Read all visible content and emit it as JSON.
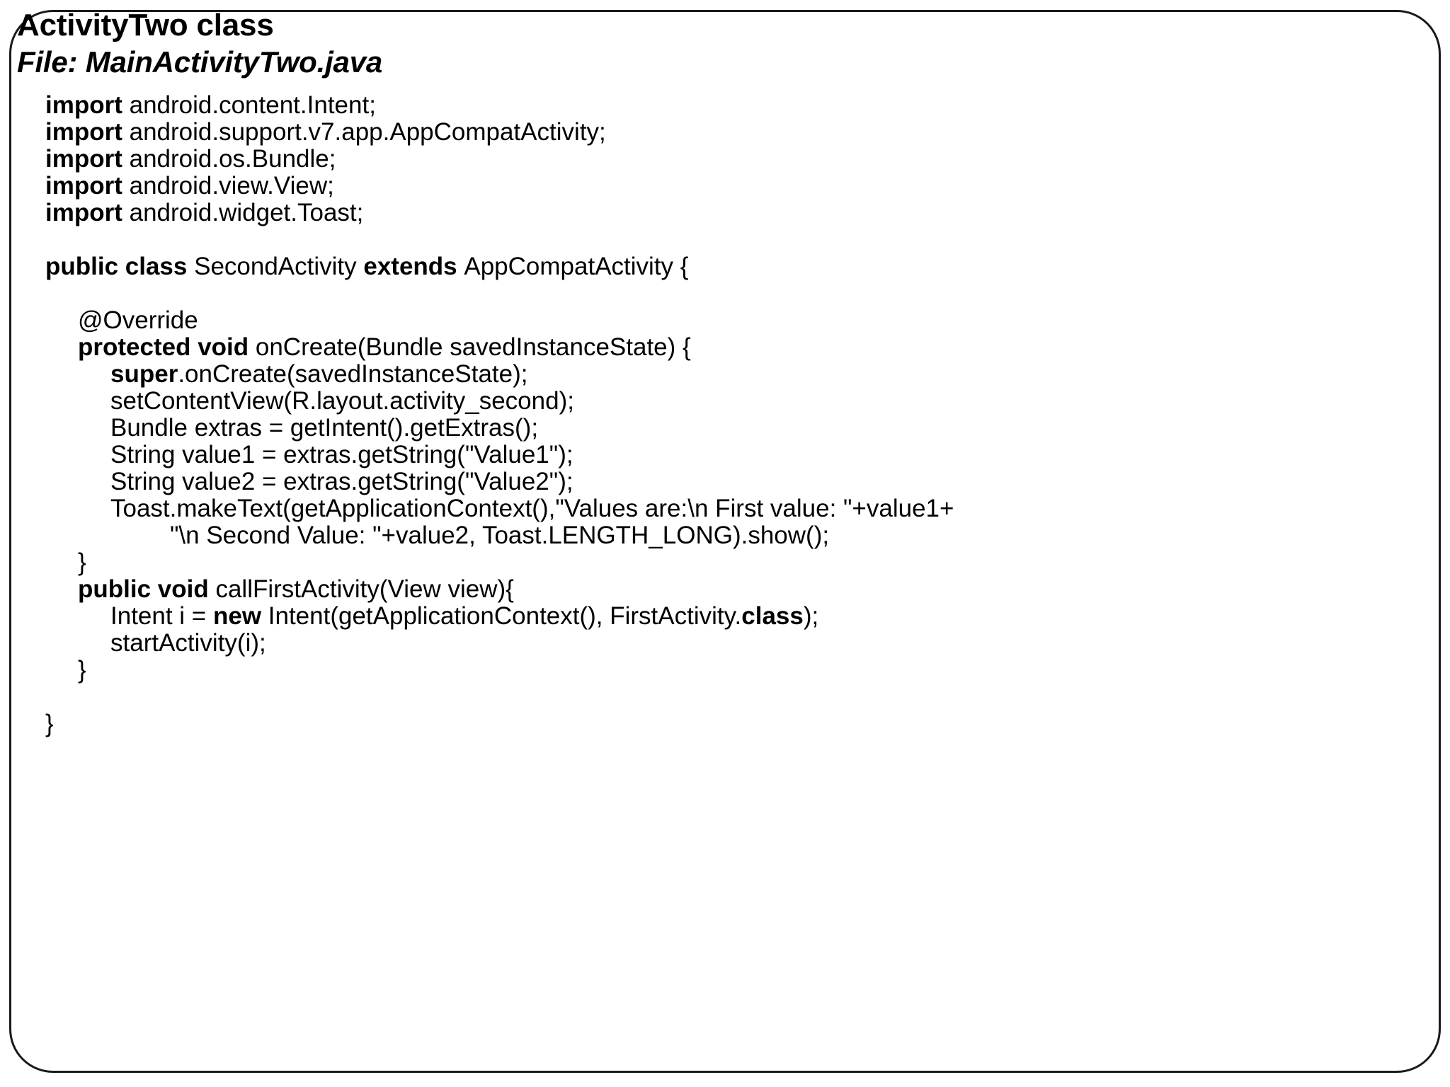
{
  "slide": {
    "title": "ActivityTwo class",
    "subtitle": "File: MainActivityTwo.java",
    "frame_color": "#1a1a1a",
    "background_color": "#ffffff",
    "text_color": "#000000"
  },
  "code": {
    "language": "java",
    "file_name": "MainActivityTwo.java",
    "lines": [
      {
        "indent": 0,
        "segments": [
          {
            "t": "import ",
            "b": true
          },
          {
            "t": "android.content.Intent;",
            "b": false
          }
        ]
      },
      {
        "indent": 0,
        "segments": [
          {
            "t": "import ",
            "b": true
          },
          {
            "t": "android.support.v7.app.AppCompatActivity;",
            "b": false
          }
        ]
      },
      {
        "indent": 0,
        "segments": [
          {
            "t": "import ",
            "b": true
          },
          {
            "t": "android.os.Bundle;",
            "b": false
          }
        ]
      },
      {
        "indent": 0,
        "segments": [
          {
            "t": "import ",
            "b": true
          },
          {
            "t": "android.view.View;",
            "b": false
          }
        ]
      },
      {
        "indent": 0,
        "segments": [
          {
            "t": "import ",
            "b": true
          },
          {
            "t": "android.widget.Toast;",
            "b": false
          }
        ]
      },
      {
        "indent": 0,
        "segments": []
      },
      {
        "indent": 0,
        "segments": [
          {
            "t": "public class ",
            "b": true
          },
          {
            "t": "SecondActivity ",
            "b": false
          },
          {
            "t": "extends ",
            "b": true
          },
          {
            "t": "AppCompatActivity {",
            "b": false
          }
        ]
      },
      {
        "indent": 0,
        "segments": []
      },
      {
        "indent": 1,
        "segments": [
          {
            "t": "@Override",
            "b": false
          }
        ]
      },
      {
        "indent": 1,
        "segments": [
          {
            "t": "protected void ",
            "b": true
          },
          {
            "t": "onCreate(Bundle savedInstanceState) {",
            "b": false
          }
        ]
      },
      {
        "indent": 2,
        "segments": [
          {
            "t": "super",
            "b": true
          },
          {
            "t": ".onCreate(savedInstanceState);",
            "b": false
          }
        ]
      },
      {
        "indent": 2,
        "segments": [
          {
            "t": "setContentView(R.layout.activity_second);",
            "b": false
          }
        ]
      },
      {
        "indent": 2,
        "segments": [
          {
            "t": "Bundle extras = getIntent().getExtras();",
            "b": false
          }
        ]
      },
      {
        "indent": 2,
        "segments": [
          {
            "t": "String value1 = extras.getString(\"Value1\");",
            "b": false
          }
        ]
      },
      {
        "indent": 2,
        "segments": [
          {
            "t": "String value2 = extras.getString(\"Value2\");",
            "b": false
          }
        ]
      },
      {
        "indent": 2,
        "segments": [
          {
            "t": "Toast.makeText(getApplicationContext(),\"Values are:\\n First value: \"+value1+",
            "b": false
          }
        ]
      },
      {
        "indent": 3,
        "segments": [
          {
            "t": "\"\\n Second Value: \"+value2, Toast.LENGTH_LONG).show();",
            "b": false
          }
        ]
      },
      {
        "indent": 1,
        "segments": [
          {
            "t": "}",
            "b": false
          }
        ]
      },
      {
        "indent": 1,
        "segments": [
          {
            "t": "public void ",
            "b": true
          },
          {
            "t": "callFirstActivity(View view){",
            "b": false
          }
        ]
      },
      {
        "indent": 2,
        "segments": [
          {
            "t": "Intent i = ",
            "b": false
          },
          {
            "t": "new ",
            "b": true
          },
          {
            "t": "Intent(getApplicationContext(), FirstActivity.",
            "b": false
          },
          {
            "t": "class",
            "b": true
          },
          {
            "t": ");",
            "b": false
          }
        ]
      },
      {
        "indent": 2,
        "segments": [
          {
            "t": "startActivity(i);",
            "b": false
          }
        ]
      },
      {
        "indent": 1,
        "segments": [
          {
            "t": "}",
            "b": false
          }
        ]
      },
      {
        "indent": 0,
        "segments": []
      },
      {
        "indent": 0,
        "segments": [
          {
            "t": "}",
            "b": false
          }
        ]
      }
    ]
  }
}
